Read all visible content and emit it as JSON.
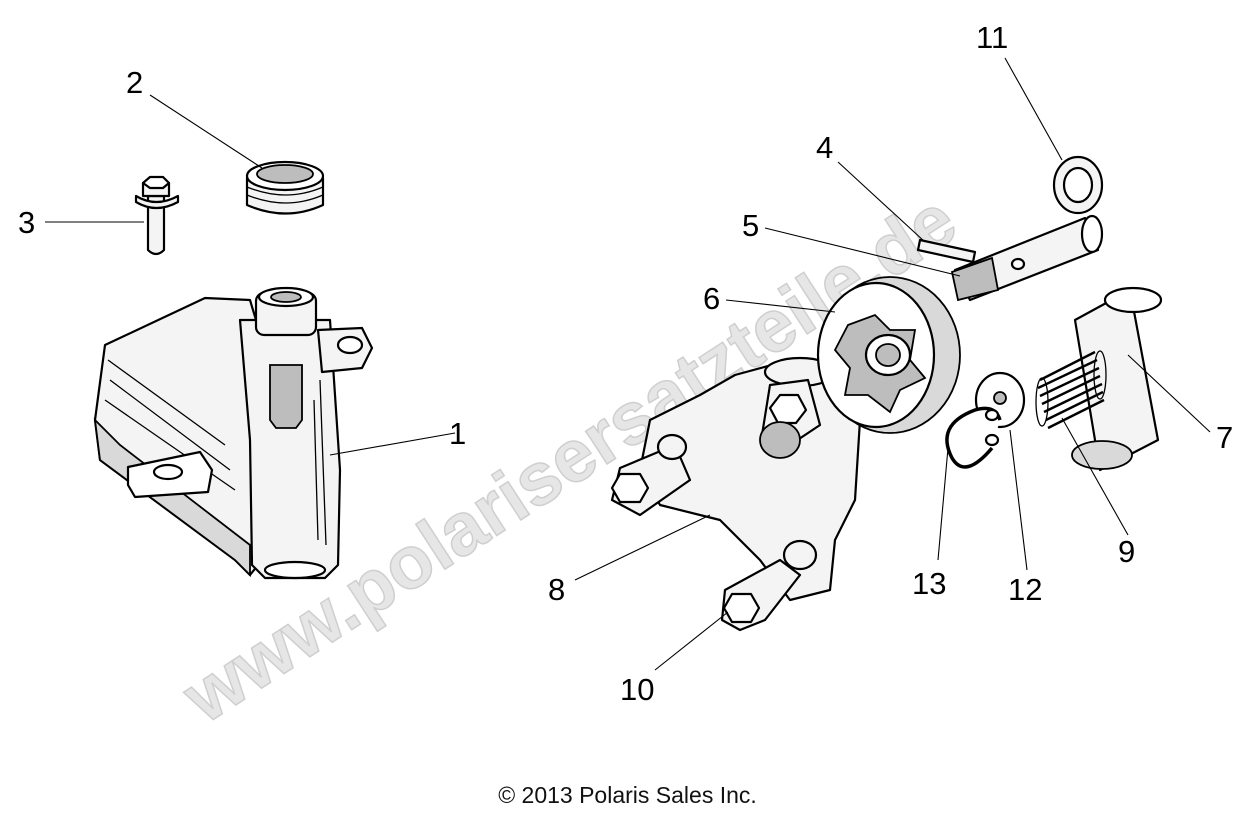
{
  "watermark": "www.polarisersatzteile.de",
  "copyright": "© 2013 Polaris Sales Inc.",
  "callouts": [
    "1",
    "2",
    "3",
    "4",
    "5",
    "6",
    "7",
    "8",
    "9",
    "10",
    "11",
    "12",
    "13"
  ]
}
